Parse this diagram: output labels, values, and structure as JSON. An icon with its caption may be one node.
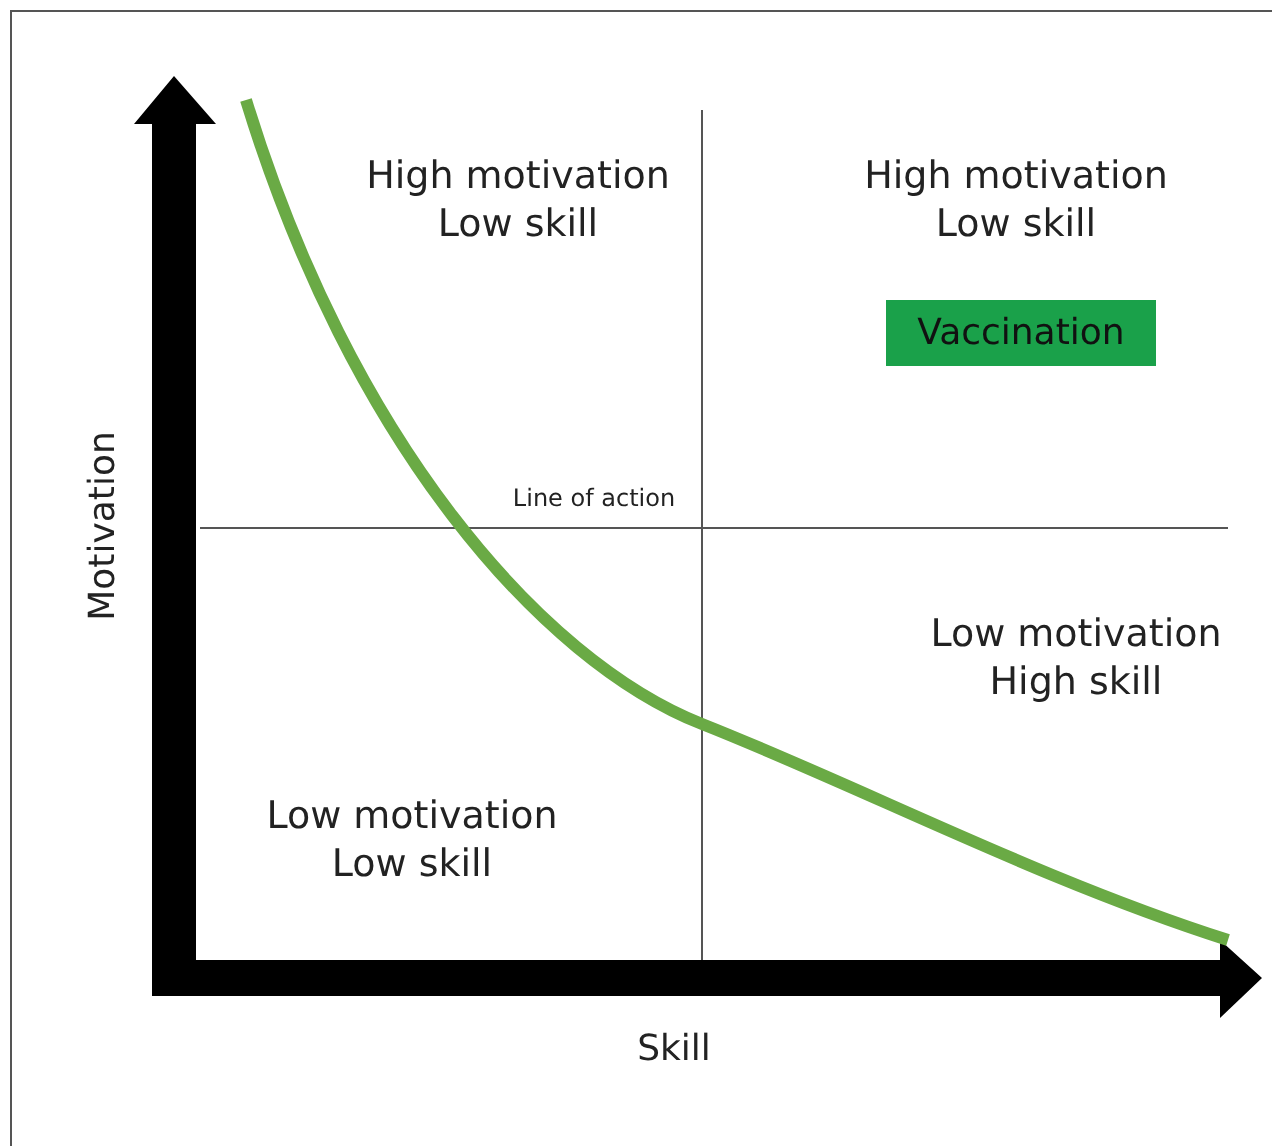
{
  "diagram": {
    "nodes": [
      {
        "text": [
          "Vaccination"
        ]
      }
    ],
    "edges": [],
    "labels": [
      "High motivation Low skill",
      "High motivation Low skill",
      "Line of action",
      "Motivation",
      "Low motivation High skill",
      "Low motivation Low skill",
      "Skill"
    ]
  }
}
